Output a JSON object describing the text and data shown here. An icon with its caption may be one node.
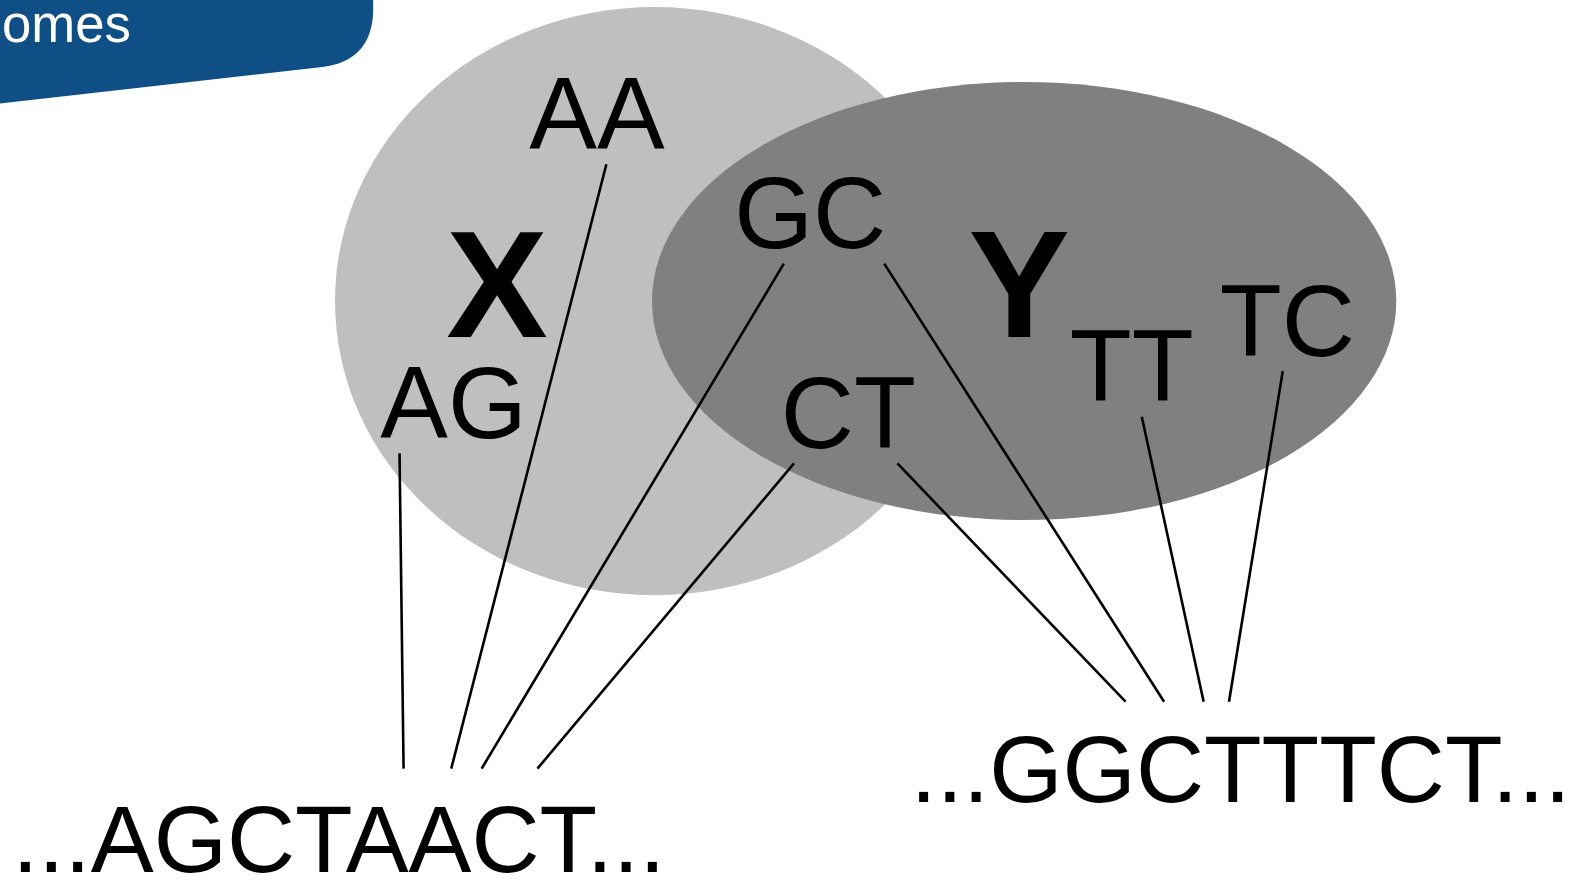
{
  "diagram": {
    "nodes": [
      {
        "text": [
          "omes"
        ]
      },
      {
        "text": [
          "X"
        ]
      },
      {
        "text": [
          "AA"
        ],
        "in": 1
      },
      {
        "text": [
          "AG"
        ],
        "in": 1
      },
      {
        "text": [
          "Y"
        ]
      },
      {
        "text": [
          "GC"
        ]
      },
      {
        "text": [
          "CT"
        ]
      },
      {
        "text": [
          "TT"
        ],
        "in": 4
      },
      {
        "text": [
          "TC"
        ],
        "in": 4
      },
      {
        "text": [
          "...AGCTAACT..."
        ]
      },
      {
        "text": [
          "...GGCTTTCT..."
        ]
      }
    ],
    "edges": [
      {
        "from": 3,
        "to": 9,
        "arrow": "none"
      },
      {
        "from": 2,
        "to": 9,
        "arrow": "none"
      },
      {
        "from": 5,
        "to": 9,
        "arrow": "none"
      },
      {
        "from": 6,
        "to": 9,
        "arrow": "none"
      },
      {
        "from": 6,
        "to": 10,
        "arrow": "none"
      },
      {
        "from": 5,
        "to": 10,
        "arrow": "none"
      },
      {
        "from": 7,
        "to": 10,
        "arrow": "none"
      },
      {
        "from": 8,
        "to": 10,
        "arrow": "none"
      }
    ]
  }
}
